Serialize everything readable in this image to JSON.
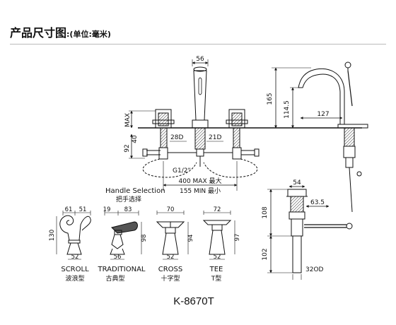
{
  "header": {
    "title": "产品尺寸图",
    "unit": ":(单位:毫米)"
  },
  "model": "K-8670T",
  "front_view": {
    "dims": {
      "spout_width": "56",
      "max_label": "MAX",
      "height_40": "40",
      "height_92": "92",
      "d28": "28D",
      "d21": "21D",
      "thread": "G1/2\"",
      "span_max": "400 MAX 最大",
      "span_min": "155 MIN 最小"
    }
  },
  "side_view": {
    "dims": {
      "h165": "165",
      "h114": "114.5",
      "reach": "127"
    }
  },
  "drain_view": {
    "dims": {
      "d54": "54",
      "d63": "63.5",
      "h108": "108",
      "h102": "102",
      "od": "32OD"
    }
  },
  "handles": {
    "title_en": "Handle Selection",
    "title_cn": "把手选择",
    "items": [
      {
        "dims": [
          "61",
          "51",
          "130",
          "52"
        ],
        "name_en": "SCROLL",
        "name_cn": "波浪型"
      },
      {
        "dims": [
          "19",
          "83",
          "98",
          "56"
        ],
        "name_en": "TRADITIONAL",
        "name_cn": "古典型"
      },
      {
        "dims": [
          "70",
          "94",
          "52"
        ],
        "name_en": "CROSS",
        "name_cn": "十字型"
      },
      {
        "dims": [
          "72",
          "97",
          "52"
        ],
        "name_en": "TEE",
        "name_cn": "T型"
      }
    ]
  }
}
